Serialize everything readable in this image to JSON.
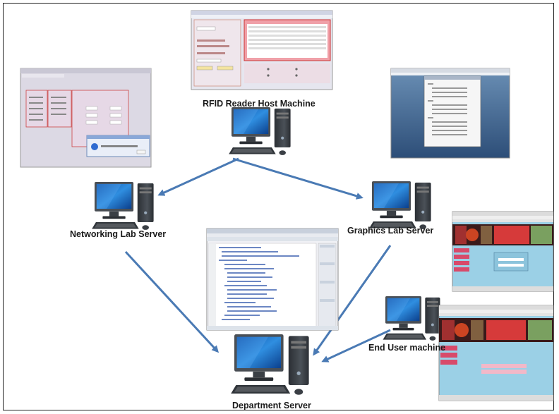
{
  "labels": {
    "rfid_host": "RFID Reader Host Machine",
    "networking_server": "Networking Lab Server",
    "graphics_server": "Graphics Lab Server",
    "end_user": "End User machine",
    "department_server": "Department Server"
  },
  "colors": {
    "arrow": "#4a7ab4",
    "monitor_screen": "#1e6fc8",
    "pc_body": "#3a3f45",
    "frame": "#222222"
  }
}
